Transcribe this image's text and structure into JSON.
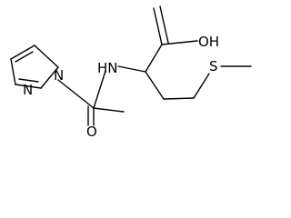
{
  "atoms": {
    "hydroxyl": "OH",
    "amine": "HN",
    "pyrazole_n1": "N",
    "pyrazole_n2": "N",
    "carbonyl_o": "O",
    "sulfur": "S"
  }
}
